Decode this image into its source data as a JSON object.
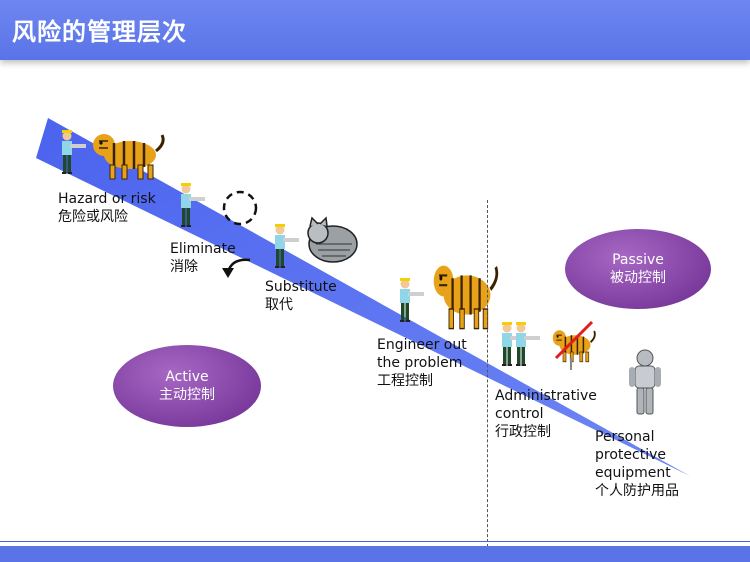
{
  "header": {
    "title": "风险的管理层次"
  },
  "labels": {
    "hazard": "Hazard or risk\n危险或风险",
    "eliminate": "Eliminate\n消除",
    "substitute": "Substitute\n取代",
    "engineer": "Engineer out\nthe problem\n工程控制",
    "admin": "Administrative\ncontrol\n行政控制",
    "ppe": "Personal\nprotective\nequipment\n个人防护用品"
  },
  "ovals": {
    "active": {
      "en": "Active",
      "zh": "主动控制"
    },
    "passive": {
      "en": "Passive",
      "zh": "被动控制"
    }
  },
  "colors": {
    "header": "#5a74e8",
    "wedge": "#4f66ee",
    "oval": "#8a4cab",
    "tiger": "#e8a21a",
    "prohibit": "#e11d1d"
  },
  "icons": [
    "worker-icon",
    "tiger-icon",
    "dashed-circle-icon",
    "curved-arrow-icon",
    "cat-icon",
    "prohibited-tiger-icon",
    "armor-icon"
  ]
}
